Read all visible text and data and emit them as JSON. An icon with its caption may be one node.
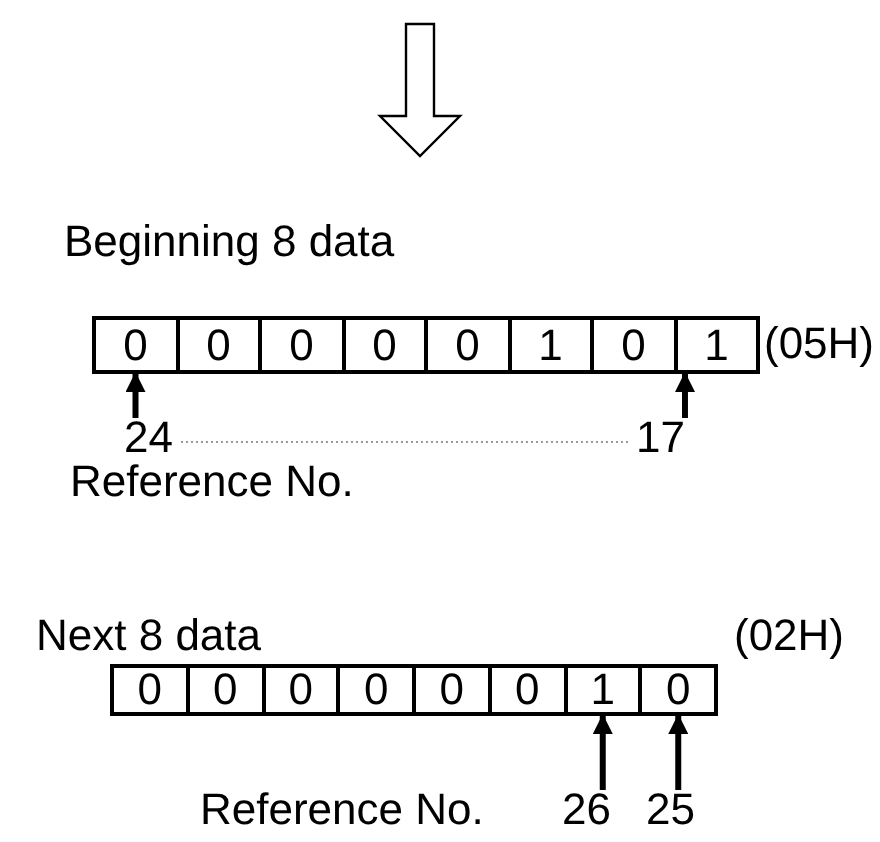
{
  "diagram": {
    "nodes": [
      {
        "text": [
          "0"
        ]
      },
      {
        "text": [
          "0"
        ]
      },
      {
        "text": [
          "0"
        ]
      },
      {
        "text": [
          "0"
        ]
      },
      {
        "text": [
          "0"
        ]
      },
      {
        "text": [
          "1"
        ]
      },
      {
        "text": [
          "0"
        ]
      },
      {
        "text": [
          "1"
        ]
      },
      {
        "text": [
          "0"
        ]
      },
      {
        "text": [
          "0"
        ]
      },
      {
        "text": [
          "0"
        ]
      },
      {
        "text": [
          "0"
        ]
      },
      {
        "text": [
          "0"
        ]
      },
      {
        "text": [
          "0"
        ]
      },
      {
        "text": [
          "1"
        ]
      },
      {
        "text": [
          "0"
        ]
      },
      {
        "text": [
          "24"
        ]
      },
      {
        "text": [
          "17"
        ]
      },
      {
        "text": [
          "26"
        ]
      },
      {
        "text": [
          "25"
        ]
      }
    ],
    "edges": [
      {
        "from": 16,
        "to": 0,
        "arrow": "to"
      },
      {
        "from": 17,
        "to": 7,
        "arrow": "to"
      },
      {
        "from": 16,
        "to": 17,
        "arrow": "none",
        "style": "dashed",
        "color": "#999999"
      },
      {
        "from": 18,
        "to": 14,
        "arrow": "to"
      },
      {
        "from": 19,
        "to": 15,
        "arrow": "to"
      }
    ],
    "labels": [
      "Beginning 8 data",
      "(05H)",
      "Reference No.",
      "Next 8 data",
      "(02H)",
      "Reference No."
    ]
  }
}
